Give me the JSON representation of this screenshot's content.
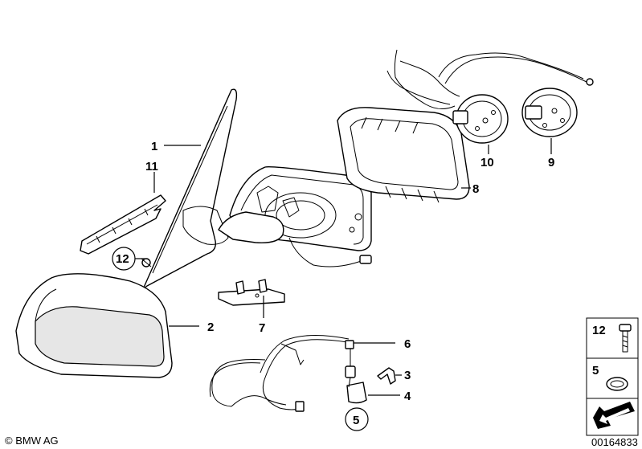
{
  "callouts": {
    "c1": "1",
    "c2": "2",
    "c3": "3",
    "c4": "4",
    "c5": "5",
    "c6": "6",
    "c7": "7",
    "c8": "8",
    "c9": "9",
    "c10": "10",
    "c11": "11",
    "c12": "12"
  },
  "legend": {
    "item12": "12",
    "item5": "5"
  },
  "footer": {
    "copyright": "© BMW AG",
    "drawing_number": "00164833"
  }
}
